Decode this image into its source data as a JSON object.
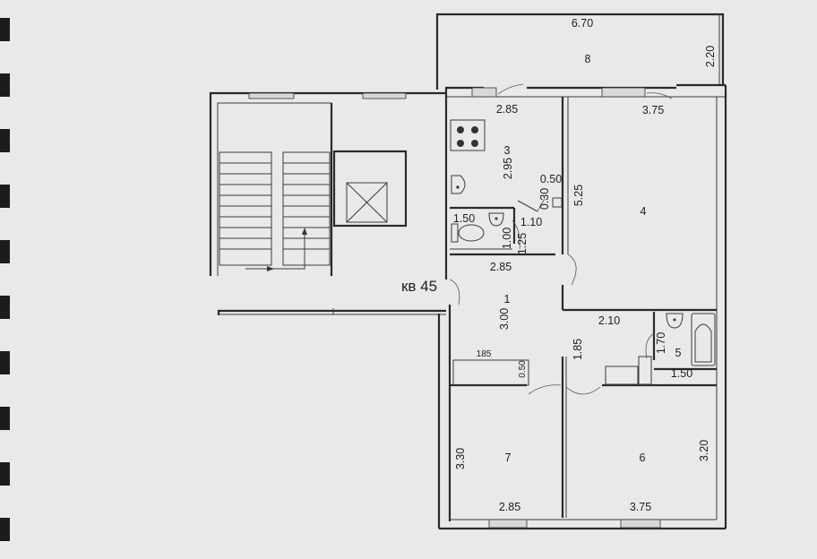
{
  "apartment_label": "кв 45",
  "rooms": [
    {
      "id": "1",
      "label": "1"
    },
    {
      "id": "3",
      "label": "3"
    },
    {
      "id": "4",
      "label": "4"
    },
    {
      "id": "5",
      "label": "5"
    },
    {
      "id": "6",
      "label": "6"
    },
    {
      "id": "7",
      "label": "7"
    },
    {
      "id": "8",
      "label": "8"
    }
  ],
  "dimensions": {
    "balcony_width": "6.70",
    "balcony_depth": "2.20",
    "kitchen_width": "2.85",
    "kitchen_depth": "2.95",
    "room4_width": "3.75",
    "room4_depth": "5.25",
    "wall_gap_a": "0.50",
    "wall_gap_b": "0.30",
    "wc_width": "1.50",
    "wc_passage": "1.10",
    "wc_depth_a": "1.00",
    "wc_depth_b": "1.25",
    "hall_width": "2.85",
    "hall_depth": "3.00",
    "closet_width": "185",
    "closet_depth": "0.50",
    "corridor_width": "2.10",
    "corridor_depth": "1.85",
    "bath_depth": "1.70",
    "bath_width": "1.50",
    "room7_depth": "3.30",
    "room7_width": "2.85",
    "room6_depth": "3.20",
    "room6_width": "3.75"
  }
}
